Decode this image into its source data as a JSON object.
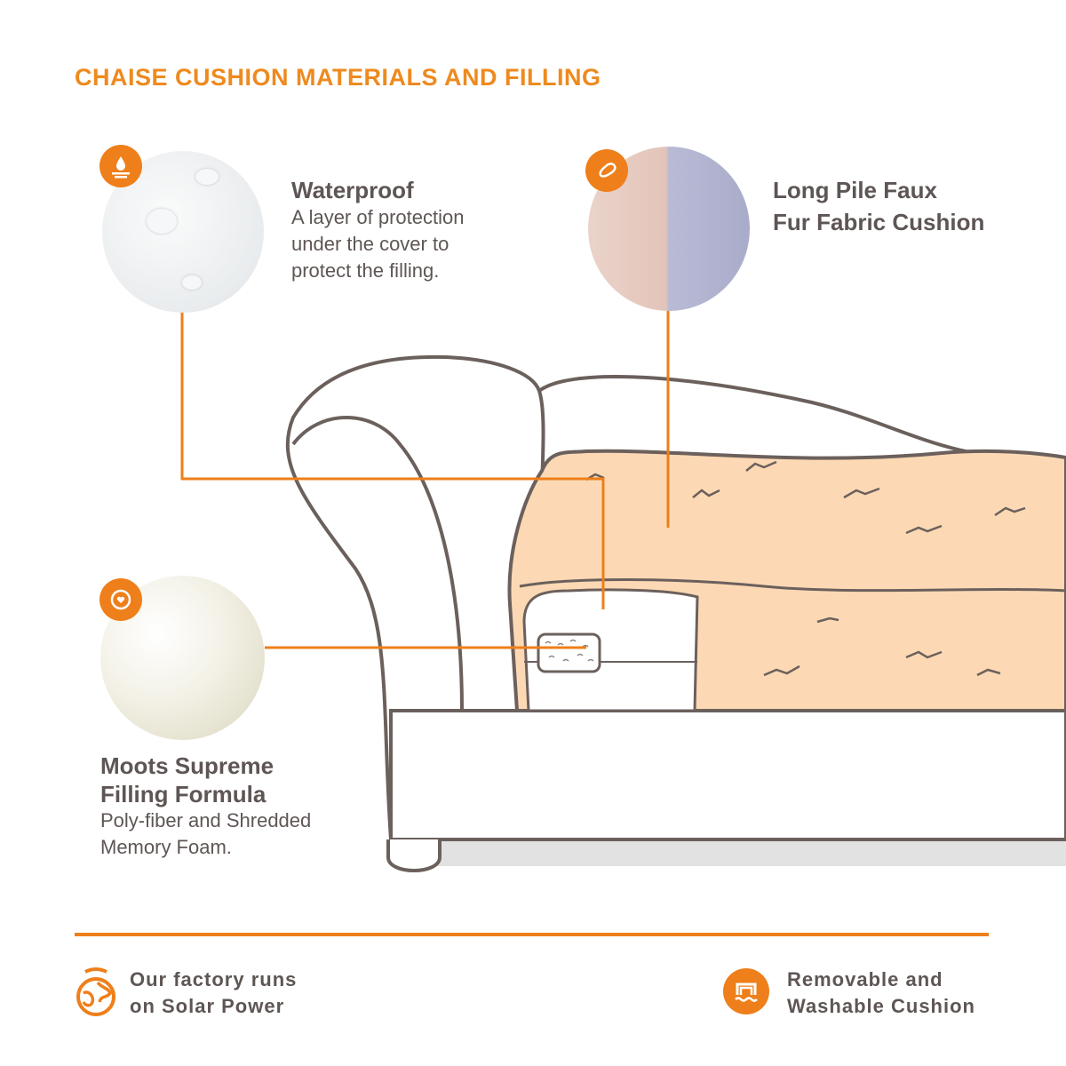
{
  "title": "CHAISE CUSHION MATERIALS AND FILLING",
  "features": {
    "waterproof": {
      "icon": "water-drop-icon",
      "heading": "Waterproof",
      "desc_lines": [
        "A layer of protection",
        "under the cover to",
        "protect the filling."
      ]
    },
    "fur": {
      "icon": "fabric-icon",
      "heading_lines": [
        "Long Pile Faux",
        "Fur Fabric Cushion"
      ]
    },
    "filling": {
      "icon": "heart-flower-icon",
      "heading_lines": [
        "Moots Supreme",
        "Filling Formula"
      ],
      "desc_lines": [
        "Poly-fiber and Shredded",
        "Memory Foam."
      ]
    }
  },
  "footer": {
    "solar": {
      "icon": "globe-icon",
      "lines": [
        "Our factory runs",
        "on Solar Power"
      ]
    },
    "washable": {
      "icon": "washing-icon",
      "lines": [
        "Removable and",
        "Washable Cushion"
      ]
    }
  },
  "colors": {
    "accent": "#ee7f1a",
    "text": "#5e5654",
    "fur": "#fcd9b4",
    "outline": "#6b605c"
  }
}
